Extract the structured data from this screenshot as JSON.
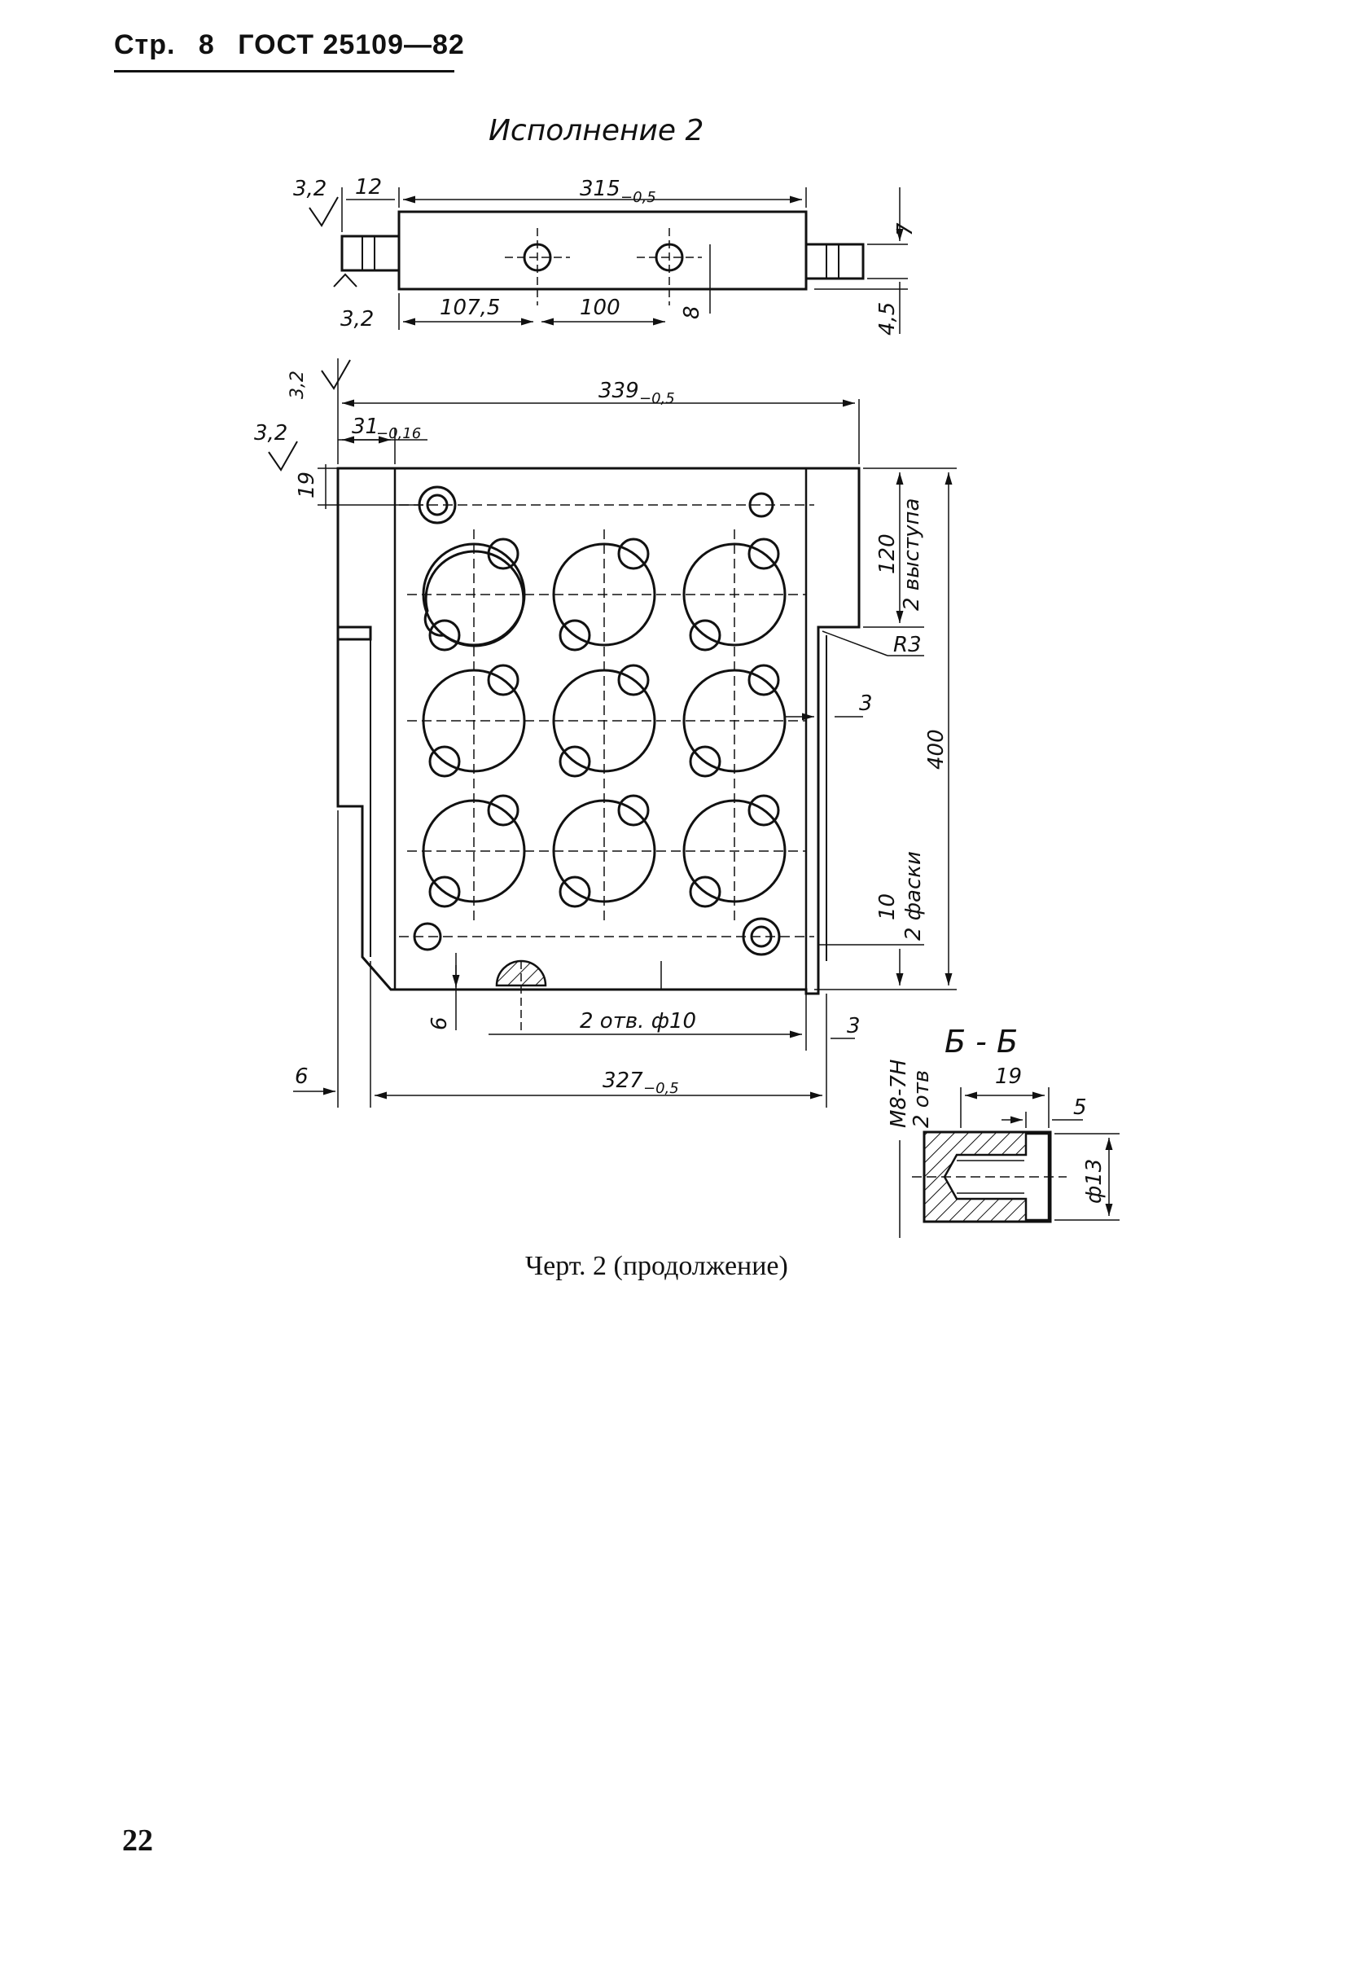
{
  "header": {
    "prefix": "Стр.",
    "page": "8",
    "standard": "ГОСТ 25109—82"
  },
  "variant_title": "Исполнение 2",
  "side_view": {
    "roughness_top": "3,2",
    "roughness_bottom": "3,2",
    "dim_end": "12",
    "dim_length": "315",
    "dim_length_tol": "−0,5",
    "dim_offset": "107,5",
    "dim_pitch": "100",
    "dim_hole_height": "8",
    "dim_thickness": "7",
    "dim_step": "4,5"
  },
  "plan_view": {
    "roughness_top": "3,2",
    "roughness_left": "3,2",
    "dim_width_overall": "339",
    "dim_width_overall_tol": "−0,5",
    "dim_flange": "31",
    "dim_flange_tol": "−0,16",
    "dim_hole_offset": "19",
    "dim_protrusion": "120",
    "note_protrusion": "2 выступа",
    "dim_radius": "R3",
    "dim_gap": "3",
    "dim_height": "400",
    "dim_chamfer": "10",
    "note_chamfer": "2 фаски",
    "dim_slot_depth": "6",
    "note_holes": "2 отв. ф10",
    "dim_right_gap": "3",
    "dim_left_margin": "6",
    "dim_width_inner": "327",
    "dim_width_inner_tol": "−0,5"
  },
  "section": {
    "label": "Б - Б",
    "thread": "M8-7H",
    "thread_count": "2 отв",
    "dim_depth": "19",
    "dim_counterbore": "5",
    "dim_diameter": "ф13"
  },
  "caption": "Черт. 2 (продолжение)",
  "page_number": "22"
}
